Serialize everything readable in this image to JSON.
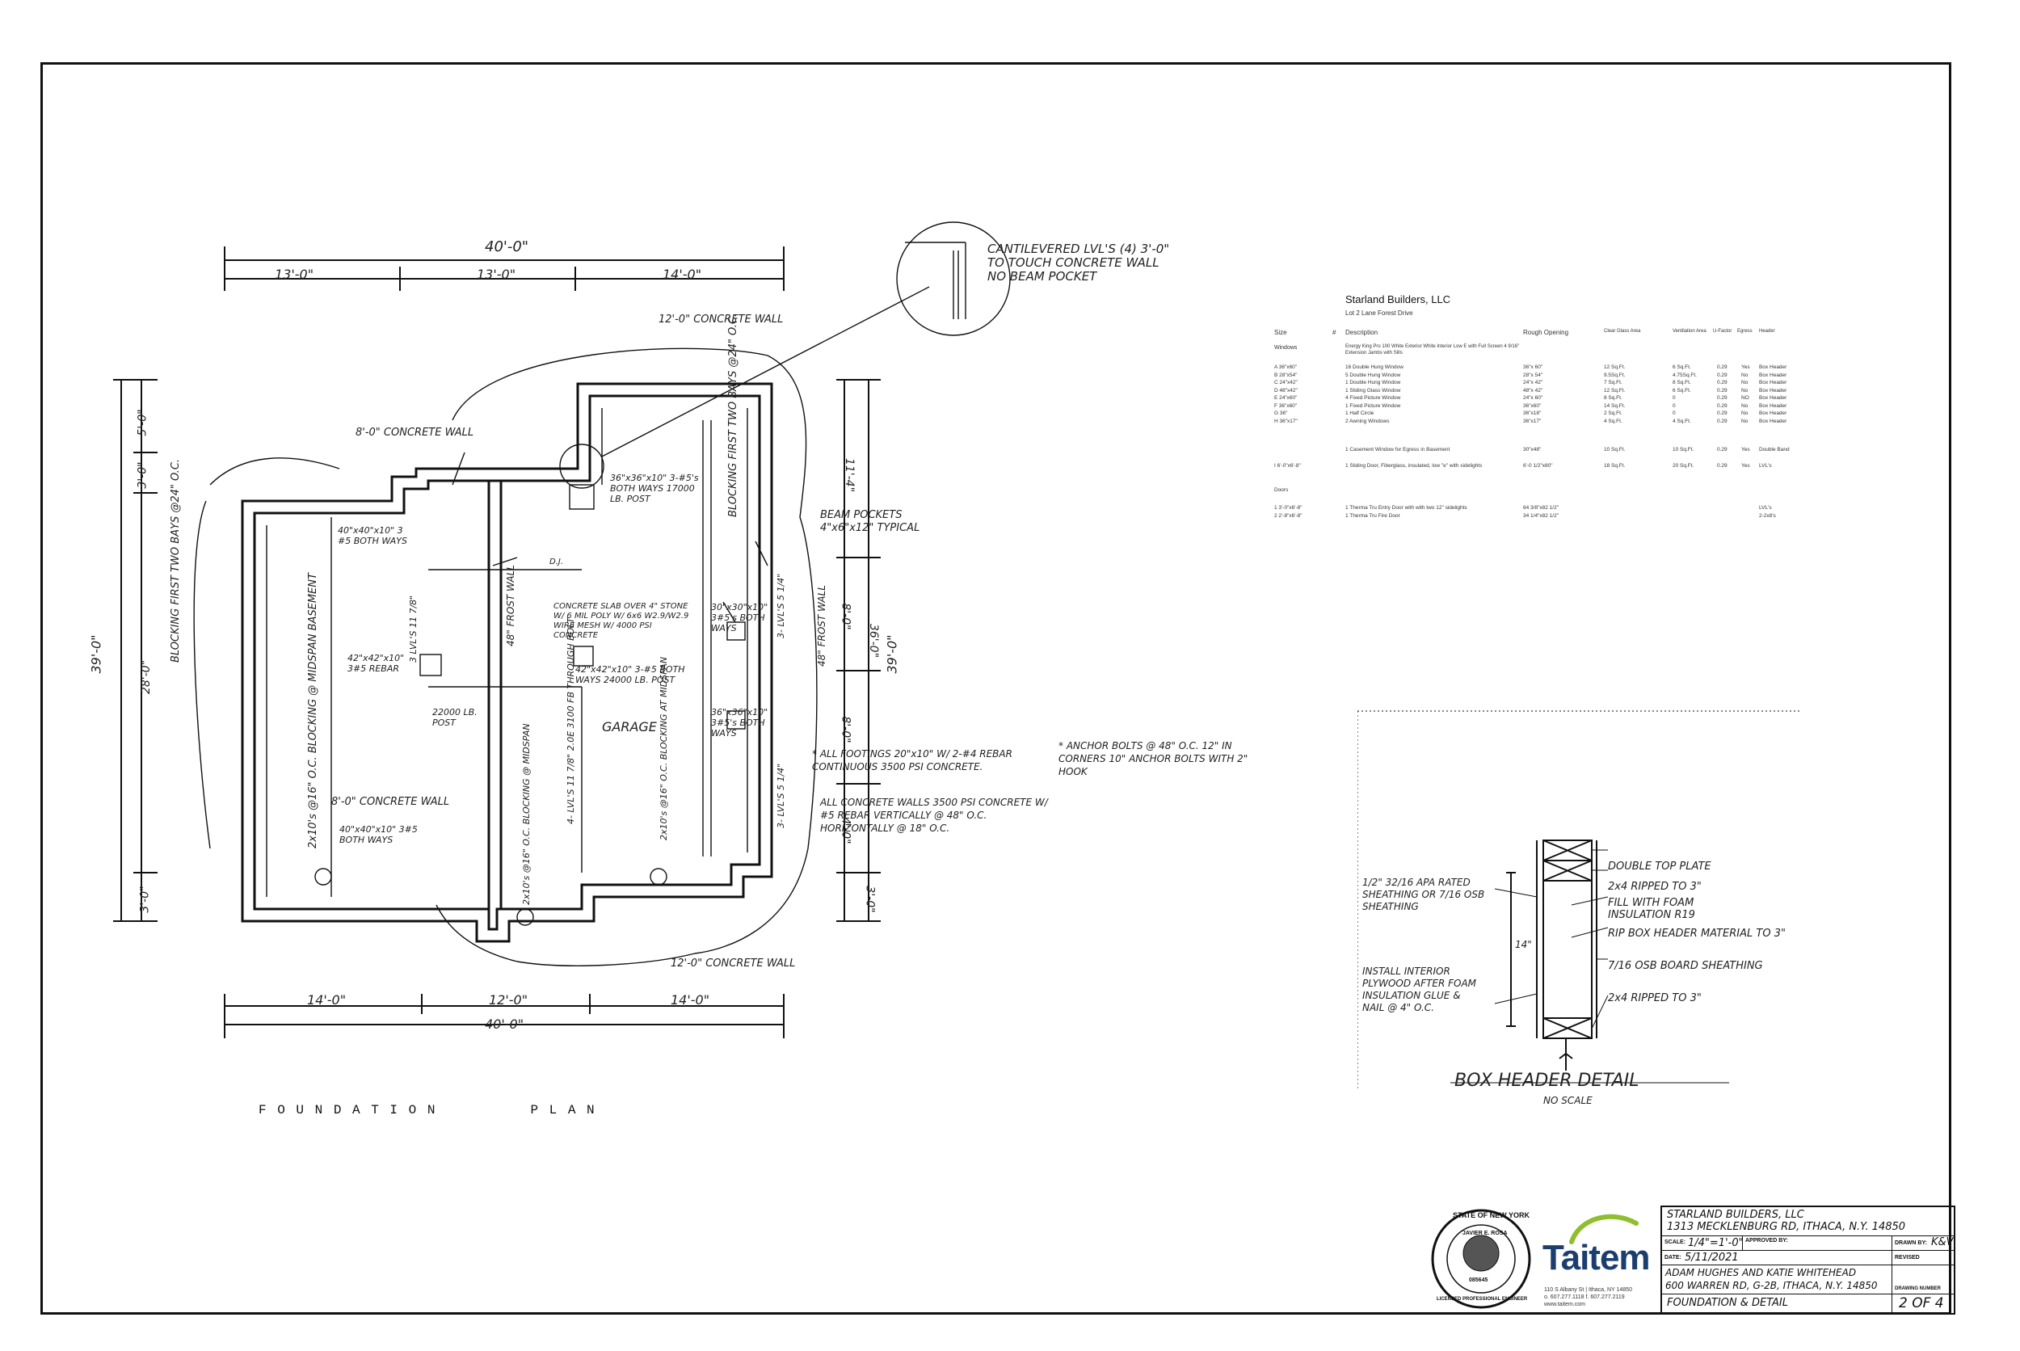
{
  "plan": {
    "title": "F O U N D A T I O N          P L A N",
    "dims": {
      "top_total": "40'-0\"",
      "top_a": "13'-0\"",
      "top_b": "13'-0\"",
      "top_c": "14'-0\"",
      "bottom_a": "14'-0\"",
      "bottom_b": "12'-0\"",
      "bottom_c": "14'-0\"",
      "bottom_total": "40'-0\"",
      "left_total": "39'-0\"",
      "left_a": "5'-0\"",
      "left_b": "3'-0\"",
      "left_c": "28'-0\"",
      "left_d": "3'-0\"",
      "right_total": "39'-0\"",
      "right_a": "11'-4\"",
      "right_b": "8'-0\"",
      "right_c": "8'-0\"",
      "right_d": "4'-0\"",
      "right_e": "3'-0\"",
      "right_f": "36'-0\""
    },
    "notes": {
      "n_cantilever": "CANTILEVERED LVL'S (4) 3'-0\" TO TOUCH CONCRETE WALL NO BEAM POCKET",
      "n_wall12_top": "12'-0\" CONCRETE WALL",
      "n_wall8_top": "8'-0\" CONCRETE WALL",
      "n_footing36": "36\"x36\"x10\" 3-#5's BOTH WAYS 17000 LB. POST",
      "n_footing40a": "40\"x40\"x10\" 3 #5 BOTH WAYS",
      "n_blocking_left": "BLOCKING FIRST TWO BAYS @24\" O.C.",
      "n_blocking_right": "BLOCKING FIRST TWO BAYS @24\" O.C.",
      "n_basement": "2x10's @16\" O.C. BLOCKING @ MIDSPAN   BASEMENT",
      "n_lvl_left": "3 LVL'S 11 7/8\"",
      "n_frost": "48\" FROST WALL",
      "n_slab": "CONCRETE SLAB OVER 4\" STONE W/ 6 MIL POLY W/ 6x6 W2.9/W2.9 WIRE MESH W/ 4000 PSI CONCRETE",
      "n_footing42a": "42\"x42\"x10\" 3#5 REBAR",
      "n_footing42b": "42\"x42\"x10\" 3-#5 BOTH WAYS 24000 LB. POST",
      "n_post22": "22000 LB. POST",
      "n_garage": "GARAGE",
      "n_midspan": "2x10's @16\" O.C. BLOCKING @ MIDSPAN",
      "n_lvl_center": "4- LVL'S 11 7/8\" 2.0E 3100 FB THROUGH BOLT",
      "n_blocking_garage": "2x10's @16\" O.C. BLOCKING AT MIDSPAN",
      "n_footing30": "30\"x30\"x10\" 3#5's BOTH WAYS",
      "n_footing36b": "36\"x36\"x10\" 3#5's BOTH WAYS",
      "n_beam_pockets": "BEAM POCKETS 4\"x6\"x12\" TYPICAL",
      "n_frost48": "48\" FROST WALL",
      "n_lvl_right_a": "3- LVL'S 5 1/4\"",
      "n_lvl_right_b": "3- LVL'S 5 1/4\"",
      "n_wall8_bottom": "8'-0\" CONCRETE WALL",
      "n_footing40b": "40\"x40\"x10\" 3#5 BOTH WAYS",
      "n_wall12_bottom": "12'-0\" CONCRETE WALL",
      "n_footings_all": "* ALL FOOTINGS 20\"x10\" W/ 2-#4 REBAR CONTINUOUS 3500 PSI CONCRETE.",
      "n_walls_all": "ALL CONCRETE WALLS 3500 PSI CONCRETE W/ #5 REBAR VERTICALLY @ 48\" O.C. HORIZONTALLY @ 18\" O.C.",
      "n_anchor": "* ANCHOR BOLTS @ 48\" O.C. 12\" IN CORNERS 10\" ANCHOR BOLTS WITH 2\" HOOK",
      "n_dj": "D.J."
    }
  },
  "schedule": {
    "company": "Starland Builders, LLC",
    "project": "Lot 2 Lane Forest Drive",
    "headers": [
      "Size",
      "#",
      "Description",
      "Rough Opening",
      "Clear Glass Area",
      "Ventilation Area",
      "U-Factor",
      "Egress",
      "Header"
    ],
    "windows_label": "Windows",
    "windows_note": "Energy King Pro 100 White Exterior White Interior Low E with Full Screen 4 9/16\" Extension Jambs with Sills",
    "rows": [
      [
        "A  36\"x60\"",
        "16 Double Hung Window",
        "36\"x 60\"",
        "12 Sq.Ft.",
        "6 Sq.Ft.",
        "0.29",
        "Yes",
        "Box Header"
      ],
      [
        "B  28\"x54\"",
        "5 Double Hung Window",
        "28\"x 54\"",
        "9.5Sq.Ft.",
        "4.75Sq.Ft.",
        "0.29",
        "No",
        "Box Header"
      ],
      [
        "C  24\"x42\"",
        "1 Double Hung Window",
        "24\"x 42\"",
        "7 Sq.Ft.",
        "8 Sq.Ft.",
        "0.29",
        "No",
        "Box Header"
      ],
      [
        "D  48\"x42\"",
        "1 Sliding Glass Window",
        "48\"x 42\"",
        "12 Sq.Ft.",
        "6 Sq.Ft.",
        "0.29",
        "No",
        "Box Header"
      ],
      [
        "E  24\"x60\"",
        "4 Fixed Picture Window",
        "24\"x 60\"",
        "8 Sq.Ft.",
        "0",
        "0.29",
        "NO",
        "Box Header"
      ],
      [
        "F  36\"x60\"",
        "1 Fixed Picture Window",
        "36\"x60\"",
        "14 Sq.Ft.",
        "0",
        "0.29",
        "No",
        "Box Header"
      ],
      [
        "G  36\"",
        "1 Half Circle",
        "36\"x18\"",
        "2 Sq.Ft.",
        "0",
        "0.29",
        "No",
        "Box Header"
      ],
      [
        "H  36\"x17\"",
        "2 Awning Windows",
        "36\"x17\"",
        "4 Sq.Ft.",
        "4 Sq.Ft.",
        "0.29",
        "No",
        "Box Header"
      ]
    ],
    "casement": [
      "",
      "1 Casement Window for Egress in Basement",
      "30\"x48\"",
      "10 Sq.Ft.",
      "10 Sq.Ft.",
      "0.29",
      "Yes",
      "Double Band"
    ],
    "slider": [
      "I  6'-0\"x6'-8\"",
      "1 Sliding Door, Fiberglass, insulated, low \"e\" with sidelights",
      "6'-0 1/2\"x80\"",
      "18 Sq.Ft.",
      "20 Sq.Ft.",
      "0.29",
      "Yes",
      "LVL's"
    ],
    "doors_label": "Doors",
    "doors": [
      [
        "1  3'-0\"x6'-8\"",
        "1 Therma Tru Entry Door with with two 12\" sidelights",
        "64 3/8\"x82 1/2\"",
        "",
        "",
        "",
        "",
        "LVL's"
      ],
      [
        "2  2'-8\"x6'-8\"",
        "1 Therma Tru Fire Door",
        "34 1/4\"x82 1/2\"",
        "",
        "",
        "",
        "",
        "2-2x8's"
      ]
    ]
  },
  "detail": {
    "title": "BOX HEADER DETAIL",
    "subtitle": "NO SCALE",
    "l_top_plate": "DOUBLE TOP PLATE",
    "l_2x4_top": "2x4 RIPPED TO 3\"",
    "l_foam": "FILL WITH FOAM INSULATION R19",
    "l_rip": "RIP BOX HEADER MATERIAL TO 3\"",
    "l_osb": "7/16 OSB BOARD SHEATHING",
    "l_2x4_bottom": "2x4 RIPPED TO 3\"",
    "l_apa": "1/2\" 32/16 APA RATED SHEATHING OR 7/16 OSB SHEATHING",
    "l_install": "INSTALL INTERIOR PLYWOOD AFTER FOAM INSULATION GLUE & NAIL @ 4\" O.C.",
    "l_dim": "14\""
  },
  "seal": {
    "ring_top": "STATE OF NEW YORK",
    "name": "JAVIER E. ROSA",
    "number": "085645",
    "ring_bottom": "LICENSED PROFESSIONAL ENGINEER"
  },
  "logo": {
    "name": "Taitem",
    "address": "110 S Albany St | Ithaca, NY 14850",
    "phone": "o. 607.277.1118  f. 607.277.2119",
    "web": "www.taitem.com"
  },
  "titleblock": {
    "client_line1": "STARLAND BUILDERS, LLC",
    "client_line2": "1313 MECKLENBURG RD, ITHACA, N.Y. 14850",
    "scale_label": "SCALE:",
    "scale_value": "1/4\"=1'-0\"",
    "approved_label": "APPROVED BY:",
    "drawn_label": "DRAWN BY:",
    "drawn_value": "K&V",
    "date_label": "DATE:",
    "date_value": "5/11/2021",
    "revised_label": "REVISED",
    "owner_line1": "ADAM HUGHES AND KATIE WHITEHEAD",
    "owner_line2": "600 WARREN RD, G-2B, ITHACA, N.Y. 14850",
    "drawing_label": "DRAWING NUMBER",
    "sheet_title": "FOUNDATION & DETAIL",
    "sheet_number": "2 OF 4"
  },
  "colors": {
    "ink": "#111111",
    "logo_blue": "#1c3e6e",
    "logo_green": "#8fbf2f"
  }
}
